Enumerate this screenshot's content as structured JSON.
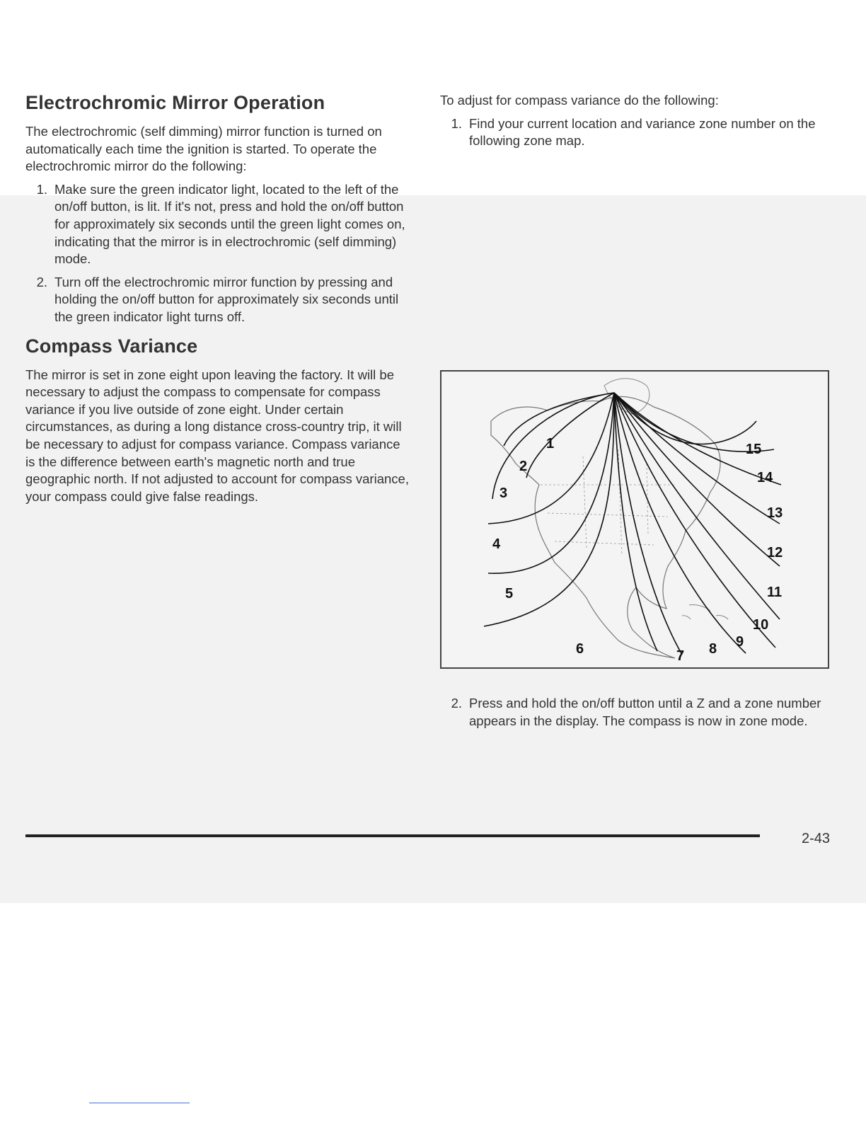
{
  "left": {
    "heading1": "Electrochromic Mirror Operation",
    "intro": "The electrochromic (self dimming) mirror function is turned on automatically each time the ignition is started. To operate the electrochromic mirror do the following:",
    "steps": [
      {
        "num": "1.",
        "text": "Make sure the green indicator light, located to the left of the on/off button, is lit. If it's not, press and hold the on/off button for approximately six seconds until the green light comes on, indicating that the mirror is in electrochromic (self dimming) mode."
      },
      {
        "num": "2.",
        "text": "Turn off the electrochromic mirror function by pressing and holding the on/off button for approximately six seconds until the green indicator light turns off."
      }
    ],
    "heading2": "Compass Variance",
    "body2": "The mirror is set in zone eight upon leaving the factory. It will be necessary to adjust the compass to compensate for compass variance if you live outside of zone eight. Under certain circumstances, as during a long distance cross-country trip, it will be necessary to adjust for compass variance. Compass variance is the difference between earth's magnetic north and true geographic north. If not adjusted to account for compass variance, your compass could give false readings."
  },
  "right": {
    "intro": "To adjust for compass variance do the following:",
    "step1": {
      "num": "1.",
      "text": "Find your current location and variance zone number on the following zone map."
    },
    "step2": {
      "num": "2.",
      "text": "Press and hold the on/off button until a Z and a zone number appears in the display. The compass is now in zone mode."
    }
  },
  "zone_map": {
    "zones": [
      "1",
      "2",
      "3",
      "4",
      "5",
      "6",
      "7",
      "8",
      "9",
      "10",
      "11",
      "12",
      "13",
      "14",
      "15"
    ]
  },
  "footer": {
    "page_number": "2-43"
  }
}
